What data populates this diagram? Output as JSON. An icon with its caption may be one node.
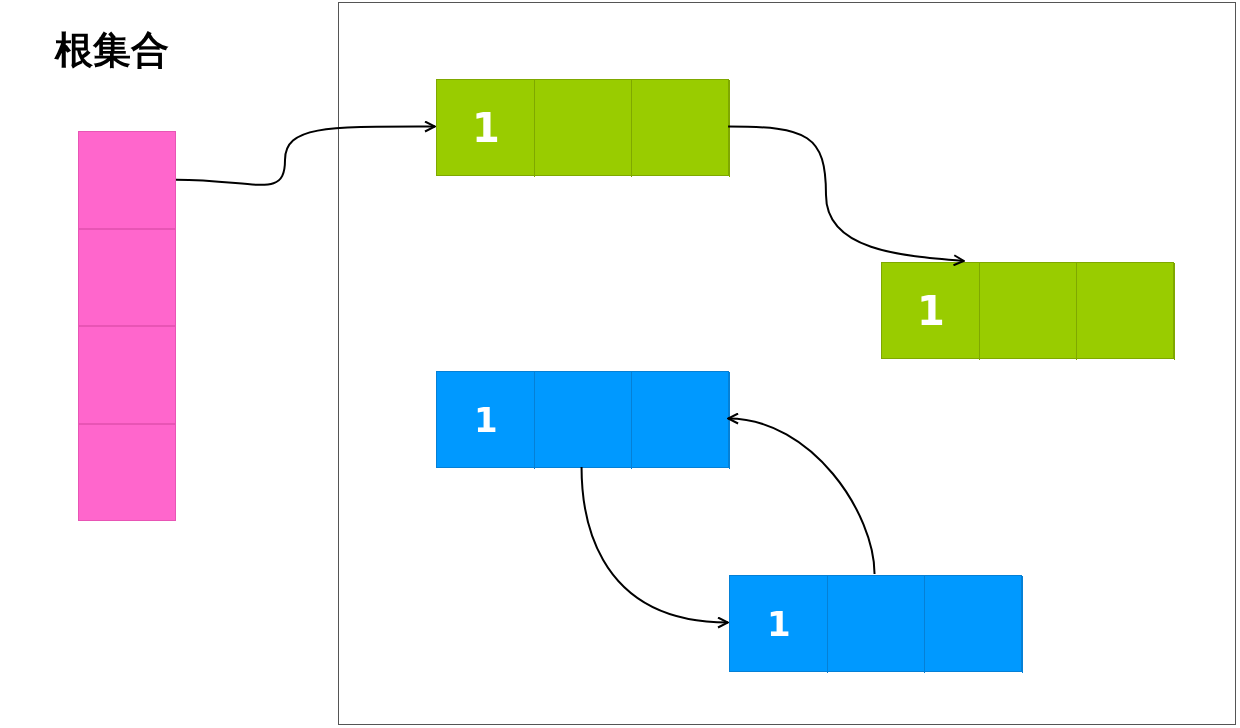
{
  "diagram": {
    "nodes": [
      {
        "text": [
          "根集合"
        ]
      },
      {
        "text": [],
        "shape": "box",
        "in": 0
      },
      {
        "text": [],
        "shape": "box",
        "in": 0
      },
      {
        "text": [],
        "shape": "box",
        "in": 0
      },
      {
        "text": [],
        "shape": "box",
        "in": 0
      },
      {
        "text": [],
        "shape": "box"
      },
      {
        "text": [],
        "shape": "box",
        "in": 5
      },
      {
        "text": [
          "1"
        ],
        "in": 6
      },
      {
        "text": [],
        "shape": "box",
        "in": 6
      },
      {
        "text": [],
        "shape": "box",
        "in": 6
      },
      {
        "text": [],
        "shape": "box",
        "in": 5
      },
      {
        "text": [
          "1"
        ],
        "in": 10
      },
      {
        "text": [],
        "shape": "box",
        "in": 10
      },
      {
        "text": [],
        "shape": "box",
        "in": 10
      },
      {
        "text": [],
        "shape": "box",
        "in": 5
      },
      {
        "text": [
          "1"
        ],
        "in": 14
      },
      {
        "text": [],
        "shape": "box",
        "in": 14
      },
      {
        "text": [],
        "shape": "box",
        "in": 14
      },
      {
        "text": [],
        "shape": "box",
        "in": 5
      },
      {
        "text": [
          "1"
        ],
        "in": 18
      },
      {
        "text": [],
        "shape": "box",
        "in": 18
      },
      {
        "text": [],
        "shape": "box",
        "in": 18
      }
    ],
    "edges": [
      {
        "from": 1,
        "to": 7,
        "arrow": "to"
      },
      {
        "from": 9,
        "to": 11,
        "arrow": "to"
      },
      {
        "from": 16,
        "to": 19,
        "arrow": "to"
      },
      {
        "from": 20,
        "to": 17,
        "arrow": "to"
      }
    ]
  }
}
